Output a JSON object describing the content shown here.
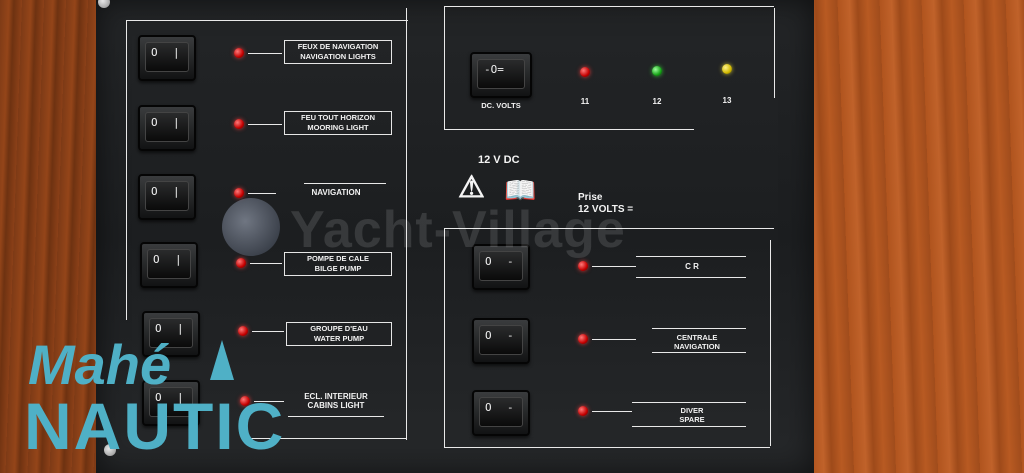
{
  "left_circuits": [
    {
      "line1": "FEUX DE NAVIGATION",
      "line2": "NAVIGATION LIGHTS"
    },
    {
      "line1": "FEU TOUT HORIZON",
      "line2": "MOORING LIGHT"
    },
    {
      "line1": "NAVIGATION",
      "line2": ""
    },
    {
      "line1": "POMPE DE CALE",
      "line2": "BILGE PUMP"
    },
    {
      "line1": "GROUPE D'EAU",
      "line2": "WATER PUMP"
    },
    {
      "line1": "ECL. INTERIEUR",
      "line2": "CABINS LIGHT"
    }
  ],
  "voltmeter": {
    "label": "DC. VOLTS",
    "leds": [
      {
        "label": "11",
        "color": "#d01010"
      },
      {
        "label": "12",
        "color": "#18a018"
      },
      {
        "label": "13",
        "color": "#d8c000"
      }
    ]
  },
  "center": {
    "voltage": "12 V DC",
    "prise_line1": "Prise",
    "prise_line2": "12 VOLTS ="
  },
  "right_circuits": [
    {
      "line1": "C    R",
      "line2": ""
    },
    {
      "line1": "CENTRALE",
      "line2": "NAVIGATION"
    },
    {
      "line1": "DIVER",
      "line2": "SPARE"
    }
  ],
  "watermark": "Yacht-Village",
  "logo": {
    "line1": "Mahé",
    "line2": "NAUTIC"
  },
  "colors": {
    "panel": "#1f2123",
    "logo": "#4fb0c6",
    "led_red": "#d01010"
  }
}
